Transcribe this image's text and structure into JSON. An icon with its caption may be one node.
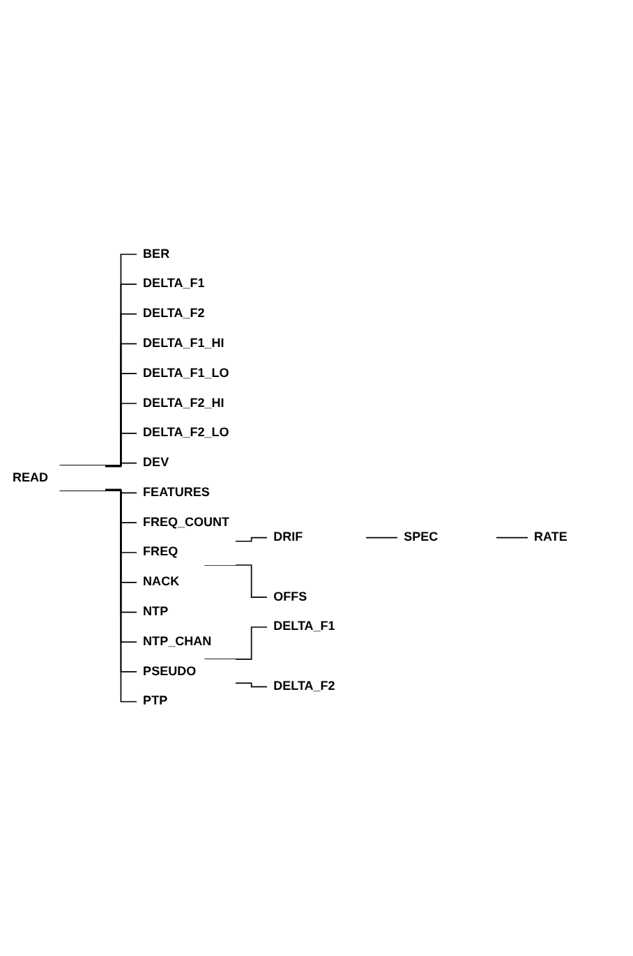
{
  "diagram": {
    "nodes": [
      {
        "text": [
          "READ"
        ]
      },
      {
        "text": [
          "BER"
        ]
      },
      {
        "text": [
          "DELTA_F1"
        ]
      },
      {
        "text": [
          "DELTA_F2"
        ]
      },
      {
        "text": [
          "DELTA_F1_HI"
        ]
      },
      {
        "text": [
          "DELTA_F1_LO"
        ]
      },
      {
        "text": [
          "DELTA_F2_HI"
        ]
      },
      {
        "text": [
          "DELTA_F2_LO"
        ]
      },
      {
        "text": [
          "DEV"
        ]
      },
      {
        "text": [
          "FEATURES"
        ]
      },
      {
        "text": [
          "FREQ_COUNT"
        ]
      },
      {
        "text": [
          "FREQ"
        ]
      },
      {
        "text": [
          "DRIF"
        ]
      },
      {
        "text": [
          "SPEC"
        ]
      },
      {
        "text": [
          "RATE"
        ]
      },
      {
        "text": [
          "OFFS"
        ]
      },
      {
        "text": [
          "NACK"
        ]
      },
      {
        "text": [
          "NTP"
        ]
      },
      {
        "text": [
          "NTP_CHAN"
        ]
      },
      {
        "text": [
          "PSEUDO"
        ]
      },
      {
        "text": [
          "DELTA_F1"
        ]
      },
      {
        "text": [
          "DELTA_F2"
        ]
      },
      {
        "text": [
          "PTP"
        ]
      }
    ],
    "edges": [
      {
        "from": 0,
        "to": 1,
        "arrow": "none"
      },
      {
        "from": 0,
        "to": 2,
        "arrow": "none"
      },
      {
        "from": 0,
        "to": 3,
        "arrow": "none"
      },
      {
        "from": 0,
        "to": 4,
        "arrow": "none"
      },
      {
        "from": 0,
        "to": 5,
        "arrow": "none"
      },
      {
        "from": 0,
        "to": 6,
        "arrow": "none"
      },
      {
        "from": 0,
        "to": 7,
        "arrow": "none"
      },
      {
        "from": 0,
        "to": 8,
        "arrow": "none"
      },
      {
        "from": 0,
        "to": 9,
        "arrow": "none"
      },
      {
        "from": 0,
        "to": 10,
        "arrow": "none"
      },
      {
        "from": 0,
        "to": 11,
        "arrow": "none"
      },
      {
        "from": 11,
        "to": 12,
        "arrow": "none"
      },
      {
        "from": 12,
        "to": 13,
        "arrow": "none"
      },
      {
        "from": 13,
        "to": 14,
        "arrow": "none"
      },
      {
        "from": 11,
        "to": 15,
        "arrow": "none"
      },
      {
        "from": 0,
        "to": 16,
        "arrow": "none"
      },
      {
        "from": 0,
        "to": 17,
        "arrow": "none"
      },
      {
        "from": 0,
        "to": 18,
        "arrow": "none"
      },
      {
        "from": 0,
        "to": 19,
        "arrow": "none"
      },
      {
        "from": 19,
        "to": 20,
        "arrow": "none"
      },
      {
        "from": 19,
        "to": 21,
        "arrow": "none"
      },
      {
        "from": 0,
        "to": 22,
        "arrow": "none"
      }
    ]
  }
}
